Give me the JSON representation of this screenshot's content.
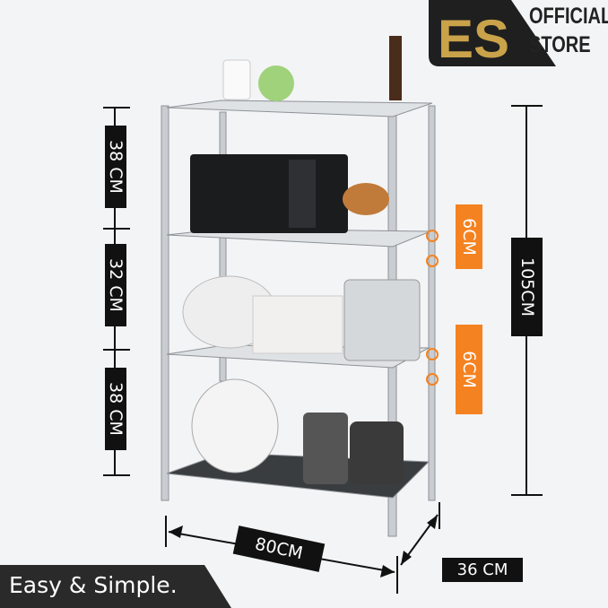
{
  "logo": {
    "monogram": "ES",
    "line1": "OFFICIAL",
    "line2": "STORE"
  },
  "tagline": "Easy & Simple.",
  "dimensions": {
    "tier_heights": [
      "38 CM",
      "32 CM",
      "38 CM"
    ],
    "adjust_steps": [
      "6CM",
      "6CM"
    ],
    "total_height": "105CM",
    "width": "80CM",
    "depth": "36 CM"
  },
  "colors": {
    "accent": "#f58220",
    "label_bg": "#111111",
    "logo_gold": "#c9a24a"
  }
}
